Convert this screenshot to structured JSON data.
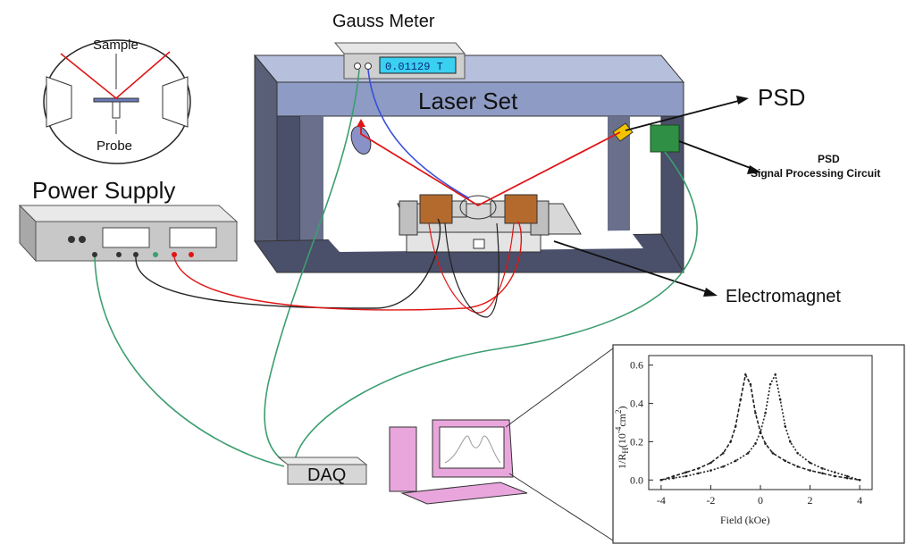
{
  "labels": {
    "gauss_meter": "Gauss Meter",
    "gauss_reading": "0.01129 T",
    "laser_set": "Laser Set",
    "psd": "PSD",
    "psd_circuit_line1": "PSD",
    "psd_circuit_line2": "Signal Processing Circuit",
    "power_supply": "Power Supply",
    "electromagnet": "Electromagnet",
    "daq": "DAQ",
    "inset_sample": "Sample",
    "inset_probe": "Probe"
  },
  "colors": {
    "laser": "#e01515",
    "green_wire": "#3c9e70",
    "blue_wire": "#3a4fd8",
    "frame": "#4a4f6a",
    "frame_top": "#8e9bc4",
    "psd_box": "#2f8f45",
    "computer": "#e9a6dc"
  },
  "chart_data": {
    "type": "line",
    "title": "",
    "xlabel": "Field (kOe)",
    "ylabel": "1/R_H (10^-4 cm^2)",
    "xlim": [
      -4.5,
      4.5
    ],
    "ylim": [
      -0.05,
      0.65
    ],
    "xticks": [
      -4,
      -2,
      0,
      2,
      4
    ],
    "yticks": [
      0.0,
      0.2,
      0.4,
      0.6
    ],
    "series": [
      {
        "x": [
          -4.0,
          -3.5,
          -3.0,
          -2.5,
          -2.0,
          -1.5,
          -1.2,
          -1.0,
          -0.8,
          -0.6,
          -0.4,
          -0.2,
          0.0,
          0.2,
          0.5,
          1.0,
          1.5,
          2.0,
          2.5,
          3.0,
          3.5,
          4.0
        ],
        "y": [
          0.0,
          0.02,
          0.04,
          0.06,
          0.09,
          0.14,
          0.2,
          0.28,
          0.42,
          0.55,
          0.5,
          0.35,
          0.25,
          0.19,
          0.14,
          0.1,
          0.07,
          0.05,
          0.035,
          0.02,
          0.01,
          0.0
        ]
      },
      {
        "x": [
          -4.0,
          -3.5,
          -3.0,
          -2.5,
          -2.0,
          -1.5,
          -1.0,
          -0.5,
          -0.2,
          0.0,
          0.2,
          0.4,
          0.6,
          0.8,
          1.0,
          1.2,
          1.5,
          2.0,
          2.5,
          3.0,
          3.5,
          4.0
        ],
        "y": [
          0.0,
          0.01,
          0.02,
          0.035,
          0.05,
          0.07,
          0.1,
          0.14,
          0.19,
          0.25,
          0.35,
          0.5,
          0.55,
          0.42,
          0.28,
          0.2,
          0.14,
          0.09,
          0.06,
          0.04,
          0.02,
          0.0
        ]
      }
    ]
  }
}
